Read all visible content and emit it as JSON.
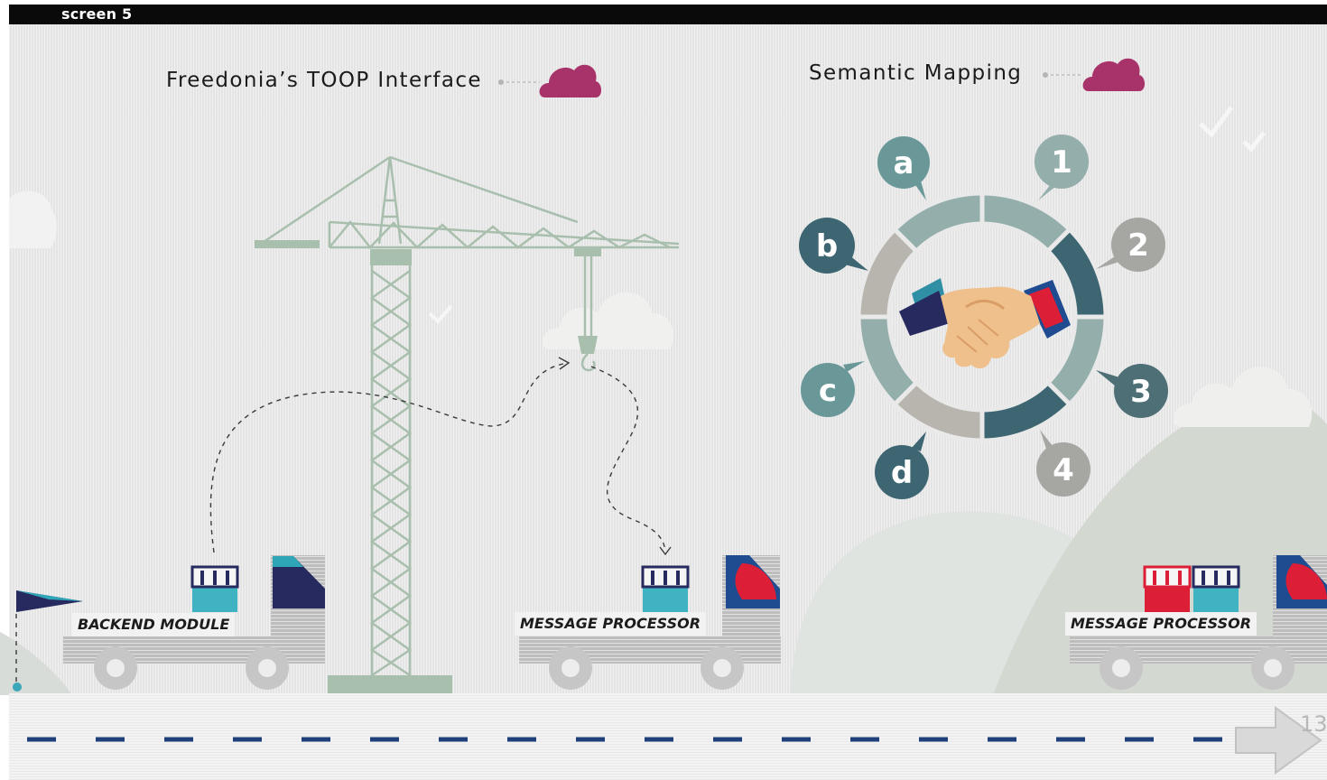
{
  "header": {
    "screen_label": "screen 5"
  },
  "titles": {
    "left": "Freedonia’s TOOP Interface",
    "right": "Semantic Mapping"
  },
  "trucks": [
    {
      "label": "BACKEND MODULE"
    },
    {
      "label": "MESSAGE PROCESSOR"
    },
    {
      "label": "MESSAGE PROCESSOR"
    }
  ],
  "mapping_wheel": {
    "letters": [
      "a",
      "b",
      "c",
      "d"
    ],
    "numbers": [
      "1",
      "2",
      "3",
      "4"
    ]
  },
  "page_number": "13",
  "colors": {
    "cloud_accent": "#a8336a",
    "crane": "#a9bfae",
    "teal_dark": "#3d6672",
    "teal_mid": "#6a9898",
    "teal_light": "#93aeab",
    "gray_badge": "#a6a6a2",
    "navy": "#262a5e",
    "red": "#dc1f36",
    "cyan": "#3fb3c2"
  },
  "icons": [
    "cloud-icon",
    "handshake-icon",
    "crane-icon",
    "truck-icon",
    "flag-icon",
    "checkmark-icon",
    "arrow-right-icon",
    "binder-icon"
  ]
}
